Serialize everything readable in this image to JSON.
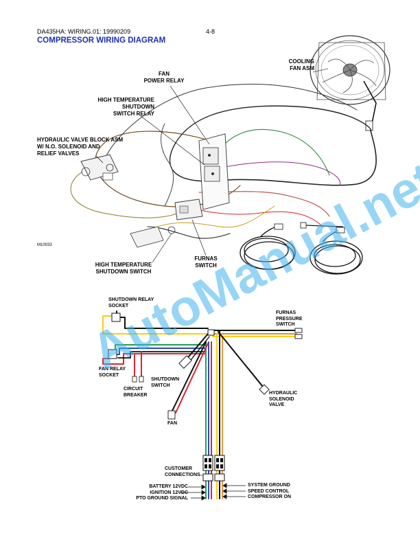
{
  "header": {
    "doc_ref": "DA435HA:  WIRING.01: 19990209",
    "page_num": "4-8",
    "title": "COMPRESSOR WIRING DIAGRAM"
  },
  "top_diagram": {
    "labels": {
      "cooling_fan": [
        "COOLING",
        "FAN ASM"
      ],
      "fan_power_relay": [
        "FAN",
        "POWER RELAY"
      ],
      "high_temp_relay": [
        "HIGH TEMPERATURE",
        "SHUTDOWN",
        "SWITCH RELAY"
      ],
      "hydraulic_block": [
        "HYDRAULIC VALVE BLOCK ASM",
        "W/ N.O. SOLENOID AND",
        "RELIEF VALVES"
      ],
      "figure_id": "M10033",
      "high_temp_switch": [
        "HIGH TEMPERATURE",
        "SHUTDOWN SWITCH"
      ],
      "furnas_switch": [
        "FURNAS",
        "SWITCH"
      ]
    }
  },
  "bottom_diagram": {
    "labels": {
      "shutdown_relay_socket": [
        "SHUTDOWN RELAY",
        "SOCKET"
      ],
      "furnas_pressure_switch": [
        "FURNAS",
        "PRESSURE",
        "SWITCH"
      ],
      "fan_relay_socket": [
        "FAN RELAY",
        "SOCKET"
      ],
      "circuit_breaker": [
        "CIRCUIT",
        "BREAKER"
      ],
      "shutdown_switch": [
        "SHUTDOWN",
        "SWITCH"
      ],
      "hydraulic_solenoid": [
        "HYDRAULIC",
        "SOLENOID",
        "VALVE"
      ],
      "fan": "FAN",
      "customer_connections": [
        "CUSTOMER",
        "CONNECTIONS"
      ],
      "left_terminals": [
        "BATTERY 12VDC",
        "IGNITION 12VDC",
        "PTO GROUND SIGNAL"
      ],
      "right_terminals": [
        "SYSTEM GROUND",
        "SPEED CONTROL",
        "COMPRESSOR ON"
      ]
    },
    "colors": {
      "black": "#111111",
      "yellow": "#f4d21c",
      "red": "#d8262b",
      "green": "#22a049",
      "blue": "#2a4bc0",
      "orange": "#f08a1c",
      "gray": "#8a8a8a"
    }
  },
  "watermark": "AutoManual.net"
}
